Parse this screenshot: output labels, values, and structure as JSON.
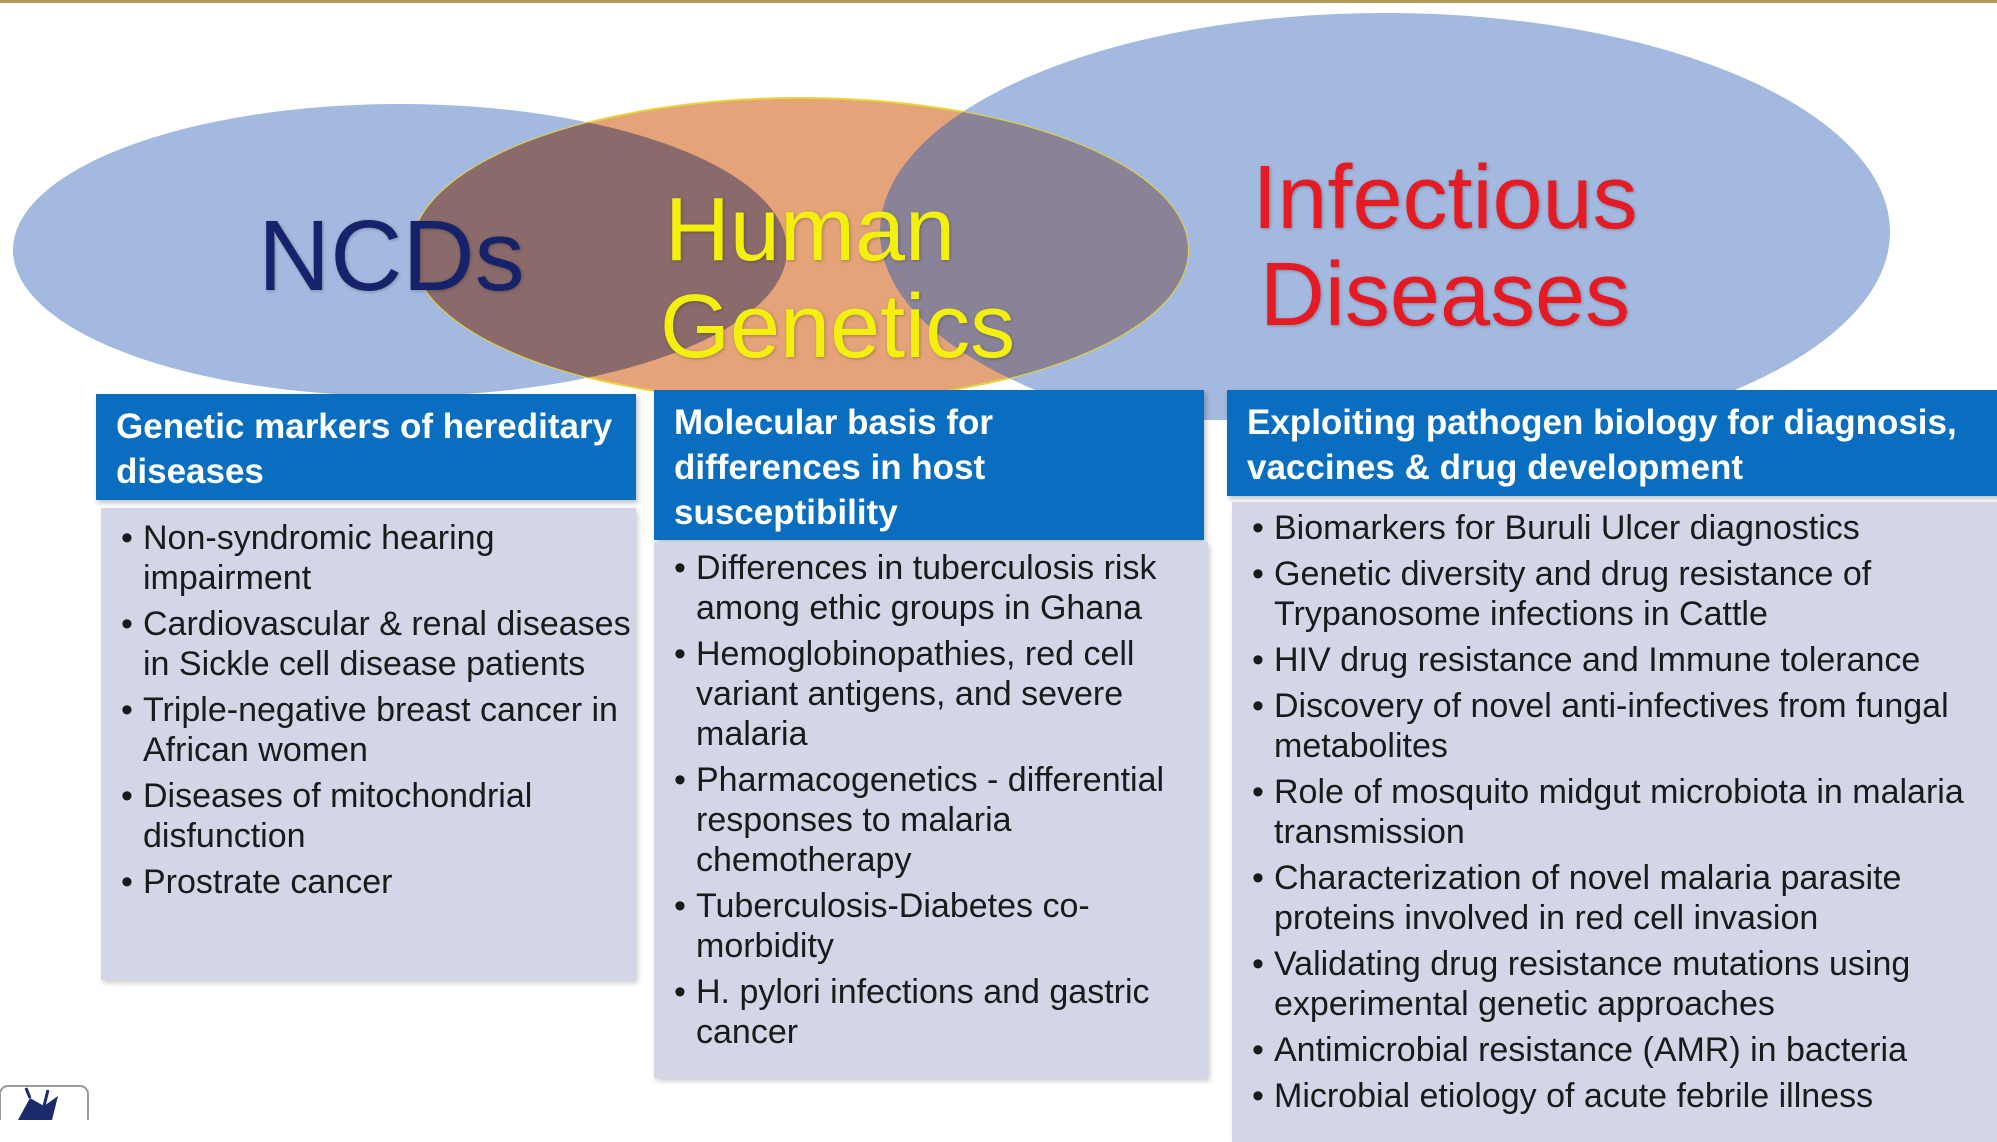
{
  "circles": {
    "ncds": {
      "label": "NCDs",
      "color": "#16236b"
    },
    "human_genetics": {
      "label_line1": "Human",
      "label_line2": "Genetics",
      "color": "#f4f00e"
    },
    "infectious": {
      "label_line1": "Infectious",
      "label_line2": "Diseases",
      "color": "#e41b23"
    }
  },
  "panels": {
    "ncd": {
      "header": "Genetic markers of hereditary diseases",
      "items": [
        "Non-syndromic hearing impairment",
        "Cardiovascular & renal diseases in Sickle cell disease patients",
        "Triple-negative breast cancer in African women",
        "Diseases of mitochondrial disfunction",
        "Prostrate cancer"
      ]
    },
    "genetics": {
      "header": "Molecular basis for differences in host susceptibility",
      "items": [
        "Differences in tuberculosis risk among ethic groups in Ghana",
        "Hemoglobinopathies, red cell variant antigens, and severe malaria",
        "Pharmacogenetics - differential responses to malaria chemotherapy",
        "Tuberculosis-Diabetes co-morbidity",
        "H. pylori infections and gastric cancer"
      ]
    },
    "infectious": {
      "header": "Exploiting pathogen biology for diagnosis, vaccines & drug development",
      "items": [
        "Biomarkers for Buruli Ulcer diagnostics",
        "Genetic diversity and drug resistance of Trypanosome infections in Cattle",
        "HIV drug resistance and Immune tolerance",
        "Discovery of novel anti-infectives from fungal metabolites",
        "Role of mosquito midgut microbiota in malaria transmission",
        "Characterization of novel malaria parasite proteins involved in red cell invasion",
        "Validating drug resistance mutations using experimental genetic approaches",
        "Antimicrobial resistance (AMR) in bacteria",
        "Microbial etiology of acute febrile illness"
      ]
    }
  },
  "colors": {
    "header_blue": "#0a6ec0",
    "panel_gray": "#d3d6e6",
    "ellipse_blue": "#a3b9df",
    "ellipse_orange": "#e4a378"
  }
}
